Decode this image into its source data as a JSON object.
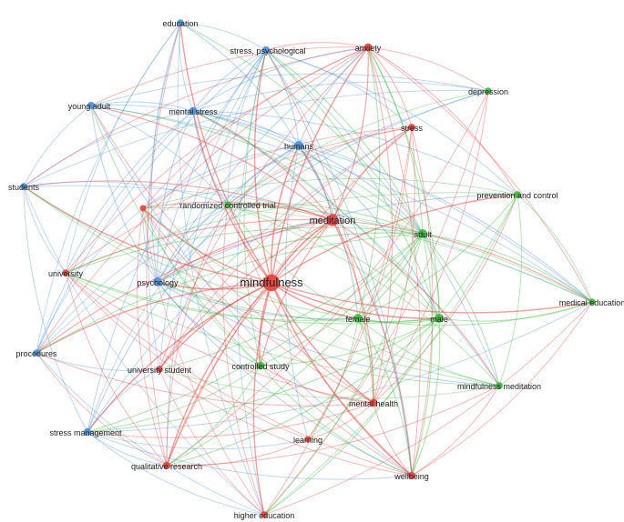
{
  "colors": {
    "blue": "#4a8fdc",
    "red": "#e4413d",
    "green": "#3cb83c"
  },
  "nodes": [
    {
      "id": "education",
      "label": "education",
      "cluster": "blue",
      "size": 1
    },
    {
      "id": "stress_psych",
      "label": "stress, psychological",
      "cluster": "blue",
      "size": 1.2
    },
    {
      "id": "young_adult",
      "label": "young adult",
      "cluster": "blue",
      "size": 1.2
    },
    {
      "id": "mental_stress",
      "label": "mental stress",
      "cluster": "blue",
      "size": 1.3
    },
    {
      "id": "humans",
      "label": "humans",
      "cluster": "blue",
      "size": 1.6
    },
    {
      "id": "students",
      "label": "students",
      "cluster": "blue",
      "size": 1
    },
    {
      "id": "psychology",
      "label": "psychology",
      "cluster": "blue",
      "size": 1.5
    },
    {
      "id": "procedures",
      "label": "procedures",
      "cluster": "blue",
      "size": 1
    },
    {
      "id": "stress_mgmt",
      "label": "stress management",
      "cluster": "blue",
      "size": 1.2
    },
    {
      "id": "anxiety",
      "label": "anxiety",
      "cluster": "red",
      "size": 1.3
    },
    {
      "id": "stress",
      "label": "stress",
      "cluster": "red",
      "size": 1.1
    },
    {
      "id": "meditation",
      "label": "meditation",
      "cluster": "red",
      "size": 2.3
    },
    {
      "id": "mindfulness",
      "label": "mindfulness",
      "cluster": "red",
      "size": 3.5
    },
    {
      "id": "red_unlabeled",
      "label": "",
      "cluster": "red",
      "size": 0.9
    },
    {
      "id": "university",
      "label": "university",
      "cluster": "red",
      "size": 1
    },
    {
      "id": "univ_student",
      "label": "university student",
      "cluster": "red",
      "size": 1
    },
    {
      "id": "mental_health",
      "label": "mental health",
      "cluster": "red",
      "size": 1.3
    },
    {
      "id": "learning",
      "label": "learning",
      "cluster": "red",
      "size": 0.9
    },
    {
      "id": "qual_research",
      "label": "qualitative research",
      "cluster": "red",
      "size": 1.2
    },
    {
      "id": "wellbeing",
      "label": "wellbeing",
      "cluster": "red",
      "size": 1.2
    },
    {
      "id": "higher_ed",
      "label": "higher education",
      "cluster": "red",
      "size": 1
    },
    {
      "id": "depression",
      "label": "depression",
      "cluster": "green",
      "size": 1
    },
    {
      "id": "prevention",
      "label": "prevention and control",
      "cluster": "green",
      "size": 1.1
    },
    {
      "id": "adult",
      "label": "adult",
      "cluster": "green",
      "size": 1.6
    },
    {
      "id": "rct",
      "label": "randomized controlled trial",
      "cluster": "green",
      "size": 1
    },
    {
      "id": "medical_ed",
      "label": "medical education",
      "cluster": "green",
      "size": 1
    },
    {
      "id": "female",
      "label": "female",
      "cluster": "green",
      "size": 1.5
    },
    {
      "id": "male",
      "label": "male",
      "cluster": "green",
      "size": 1.6
    },
    {
      "id": "controlled_study",
      "label": "controlled study",
      "cluster": "green",
      "size": 1.3
    },
    {
      "id": "mm_meditation",
      "label": "mindfulness meditation",
      "cluster": "green",
      "size": 1.1
    }
  ]
}
